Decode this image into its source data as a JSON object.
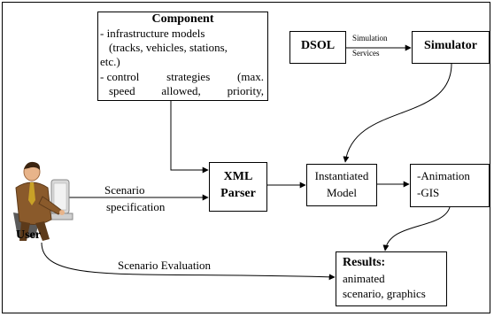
{
  "component": {
    "title": "Component",
    "line1": "- infrastructure models",
    "line2": "(tracks, vehicles, stations,",
    "line3": "etc.)",
    "line4_parts": [
      "- control",
      "strategies",
      "(max."
    ],
    "line5_parts": [
      "speed",
      "allowed,",
      "priority,"
    ]
  },
  "dsol": {
    "label": "DSOL"
  },
  "simulation_services": {
    "line1": "Simulation",
    "line2": "Services"
  },
  "simulator": {
    "label": "Simulator"
  },
  "xml_parser": {
    "line1": "XML",
    "line2": "Parser"
  },
  "instantiated_model": {
    "line1": "Instantiated",
    "line2": "Model"
  },
  "animation_gis": {
    "line1": "-Animation",
    "line2": "-GIS"
  },
  "scenario_spec": {
    "line1": "Scenario",
    "line2": "specification"
  },
  "user": {
    "label": "User"
  },
  "scenario_evaluation": {
    "label": "Scenario Evaluation"
  },
  "results": {
    "title": "Results:",
    "line1": "animated",
    "line2": "scenario, graphics"
  },
  "colors": {
    "line": "#000000",
    "suit": "#8a5a2b",
    "skin": "#e8b48a",
    "monitor": "#d9d9d9"
  }
}
